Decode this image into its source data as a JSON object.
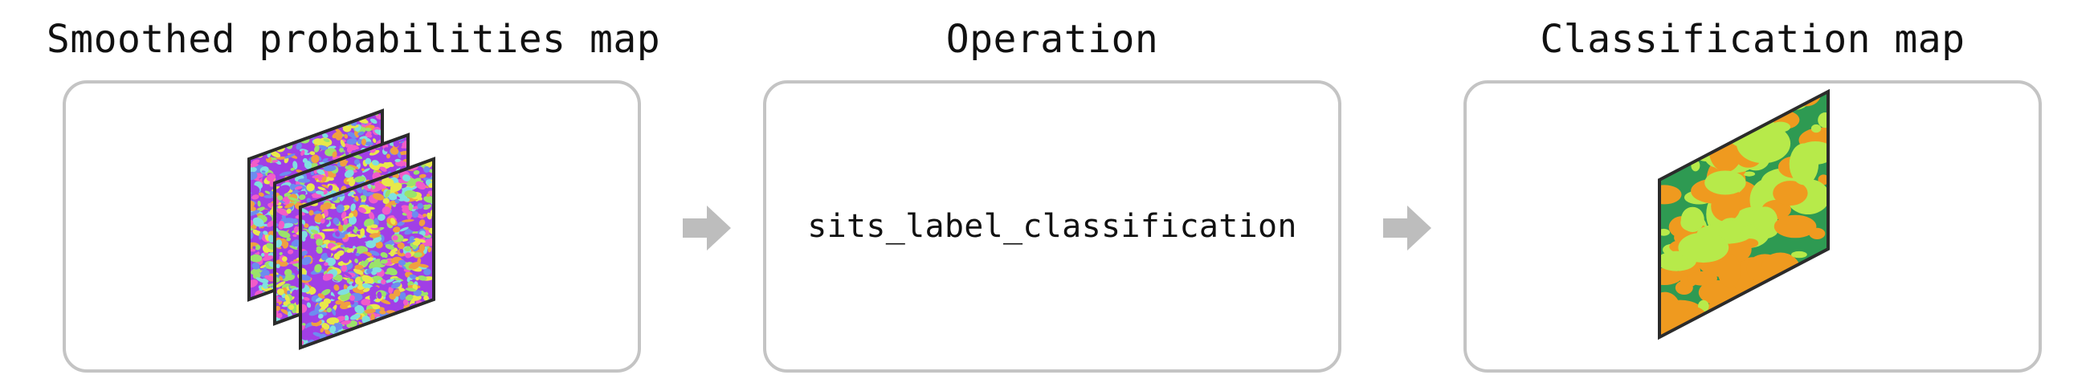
{
  "stages": [
    {
      "title": "Smoothed probabilities map",
      "illustration": "stacked-probability-rasters-icon"
    },
    {
      "title": "Operation",
      "operation": "sits_label_classification"
    },
    {
      "title": "Classification map",
      "illustration": "classification-raster-icon"
    }
  ],
  "colors": {
    "panel_border": "#c4c4c4",
    "arrow": "#bdbdbd",
    "raster_outline": "#2b2b2b",
    "probability_palette": [
      "#a13fe6",
      "#f25cc8",
      "#e8e84a",
      "#7fe0e0",
      "#9be36a",
      "#f0a040",
      "#6d8cf0"
    ],
    "classification_palette": [
      "#2e9a52",
      "#ef9a1f",
      "#b7ea4a"
    ]
  }
}
